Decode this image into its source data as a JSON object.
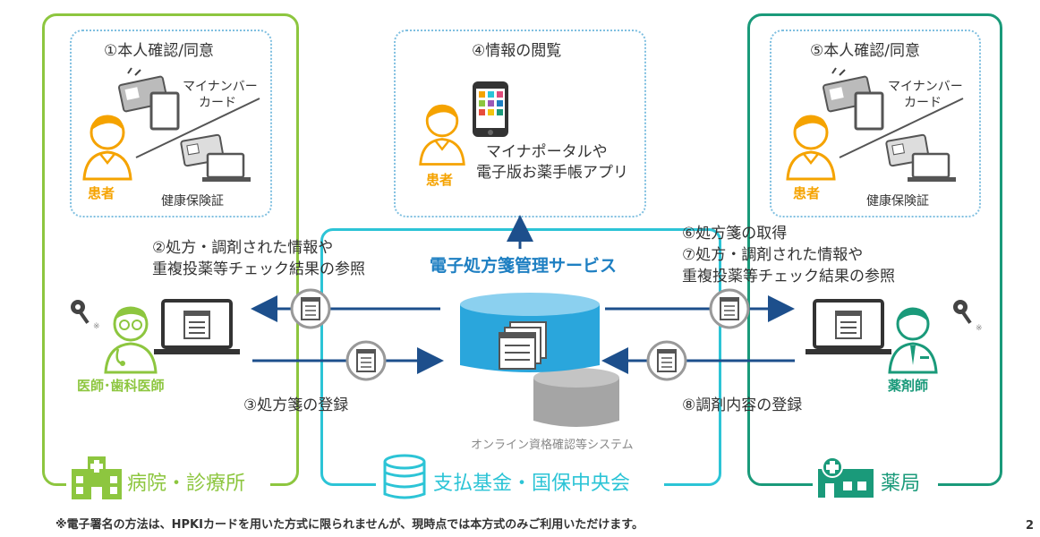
{
  "steps": {
    "step1": "①本人確認/同意",
    "step2_line1": "②処方・調剤された情報や",
    "step2_line2": "重複投薬等チェック結果の参照",
    "step3": "③処方箋の登録",
    "step4": "④情報の閲覧",
    "step5": "⑤本人確認/同意",
    "step6": "⑥処方箋の取得",
    "step7_line1": "⑦処方・調剤された情報や",
    "step7_line2": "重複投薬等チェック結果の参照",
    "step8": "⑧調剤内容の登録"
  },
  "left": {
    "mynumber_line1": "マイナンバー",
    "mynumber_line2": "カード",
    "insurance": "健康保険証",
    "patient": "患者",
    "doctor": "医師･歯科医師",
    "facility": "病院・診療所"
  },
  "center": {
    "portal_line1": "マイナポータルや",
    "portal_line2": "電子版お薬手帳アプリ",
    "patient": "患者",
    "service": "電子処方箋管理サービス",
    "online": "オンライン資格確認等システム",
    "fund": "支払基金・国保中央会"
  },
  "right": {
    "mynumber_line1": "マイナンバー",
    "mynumber_line2": "カード",
    "insurance": "健康保険証",
    "patient": "患者",
    "pharmacist": "薬剤師",
    "pharmacy": "薬局"
  },
  "footnote": "※電子署名の方法は、HPKIカードを用いた方式に限られませんが、現時点では本方式のみご利用いただけます。",
  "marks": {
    "left_note": "※",
    "right_note": "※"
  },
  "page_number": "2",
  "colors": {
    "green": "#8dc63f",
    "teal": "#1a9a7a",
    "cyan": "#2cc4d6",
    "navy": "#1d4f8c",
    "orange": "#f5a300",
    "blue": "#1e7fc2"
  }
}
